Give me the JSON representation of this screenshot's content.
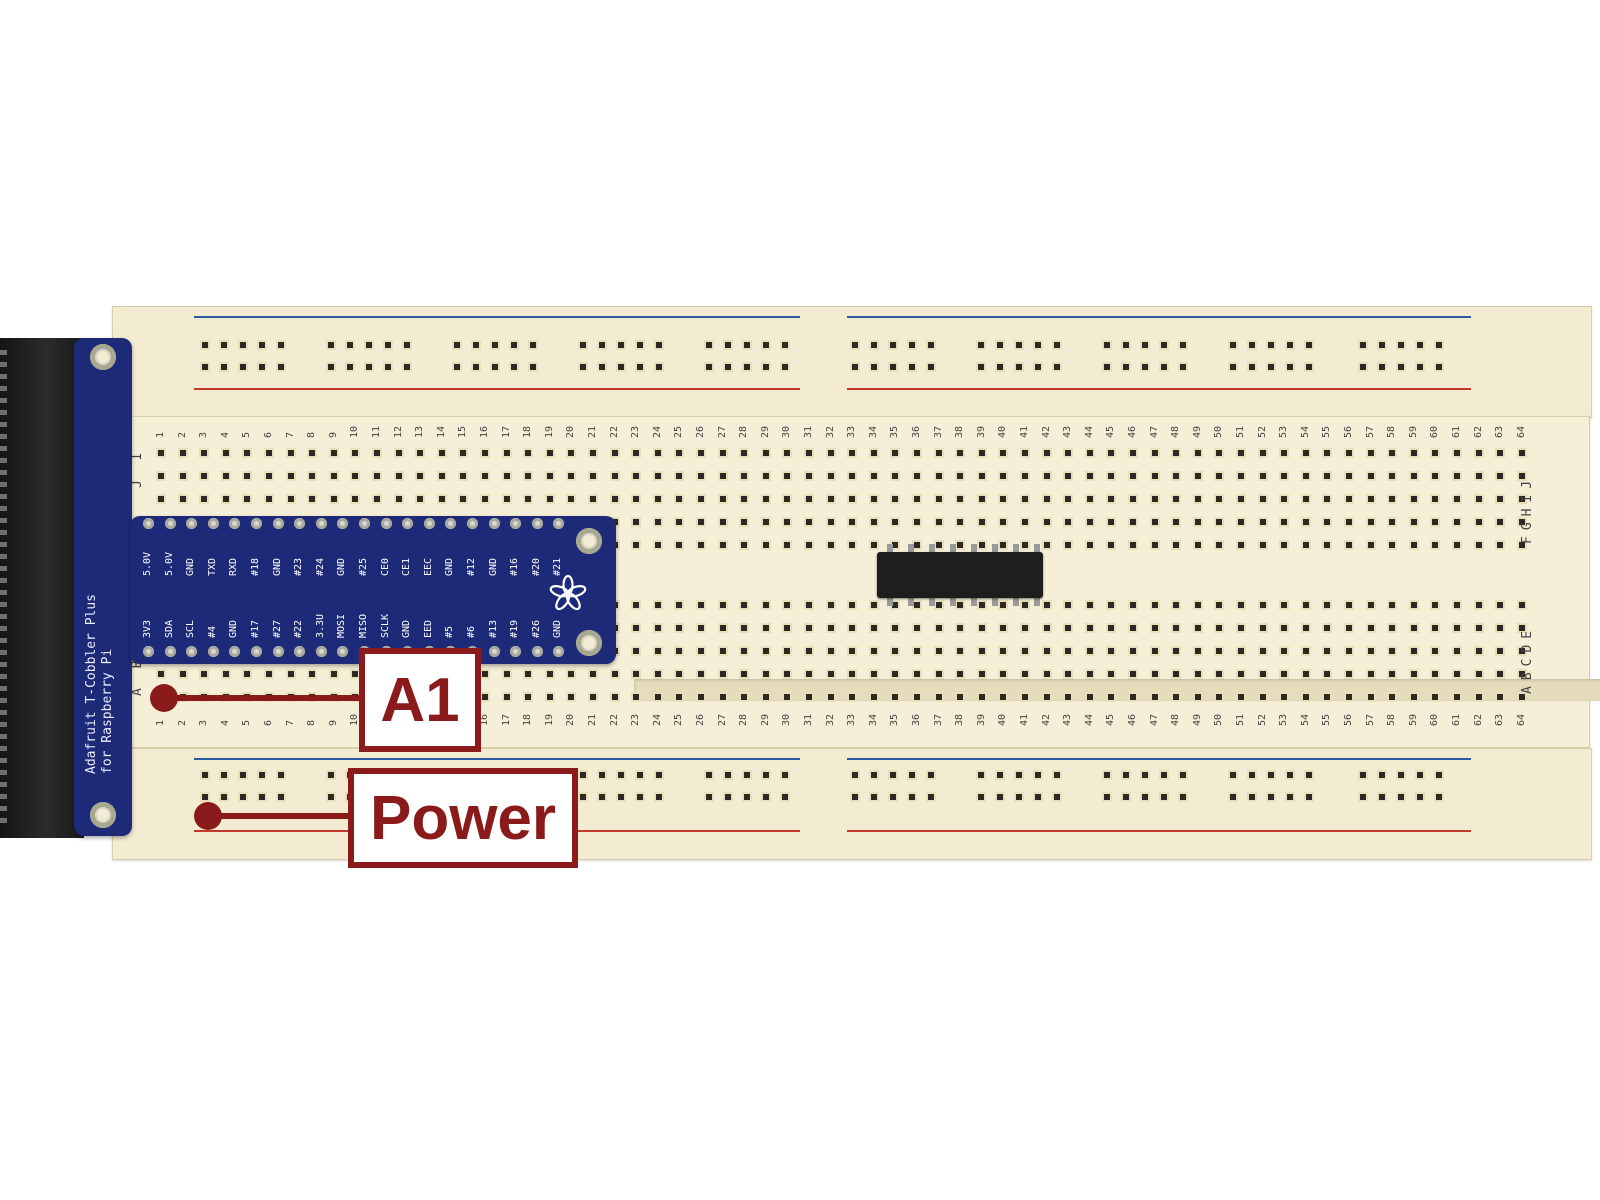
{
  "image": {
    "subject": "breadboard-with-t-cobbler",
    "colors": {
      "board": "#f4ecd2",
      "cobbler": "#1d2a78",
      "rail_blue": "#2c5aa0",
      "rail_red": "#c0392b",
      "callout": "#8b1a1a",
      "chip": "#1e1e1e"
    }
  },
  "cobbler": {
    "title_line1": "Adafruit T-Cobbler Plus",
    "title_line2": "for Raspberry Pi",
    "top_row_pins": [
      "5.0V",
      "5.0V",
      "GND",
      "TXD",
      "RXD",
      "#18",
      "GND",
      "#23",
      "#24",
      "GND",
      "#25",
      "CE0",
      "CE1",
      "EEC",
      "GND",
      "#12",
      "GND",
      "#16",
      "#20",
      "#21"
    ],
    "bottom_row_pins": [
      "3V3",
      "SDA",
      "SCL",
      "#4",
      "GND",
      "#17",
      "#27",
      "#22",
      "3.3U",
      "MOSI",
      "MISO",
      "SCLK",
      "GND",
      "EED",
      "#5",
      "#6",
      "#13",
      "#19",
      "#26",
      "GND"
    ],
    "logo_icon": "flower-icon"
  },
  "breadboard": {
    "column_count": 64,
    "row_letters_top": "FGHIJ",
    "row_letters_bottom": "ABCDE",
    "left_letters_top": "J I",
    "left_letters_bottom": "A B"
  },
  "callouts": {
    "a1": {
      "label": "A1"
    },
    "power": {
      "label": "Power"
    }
  }
}
